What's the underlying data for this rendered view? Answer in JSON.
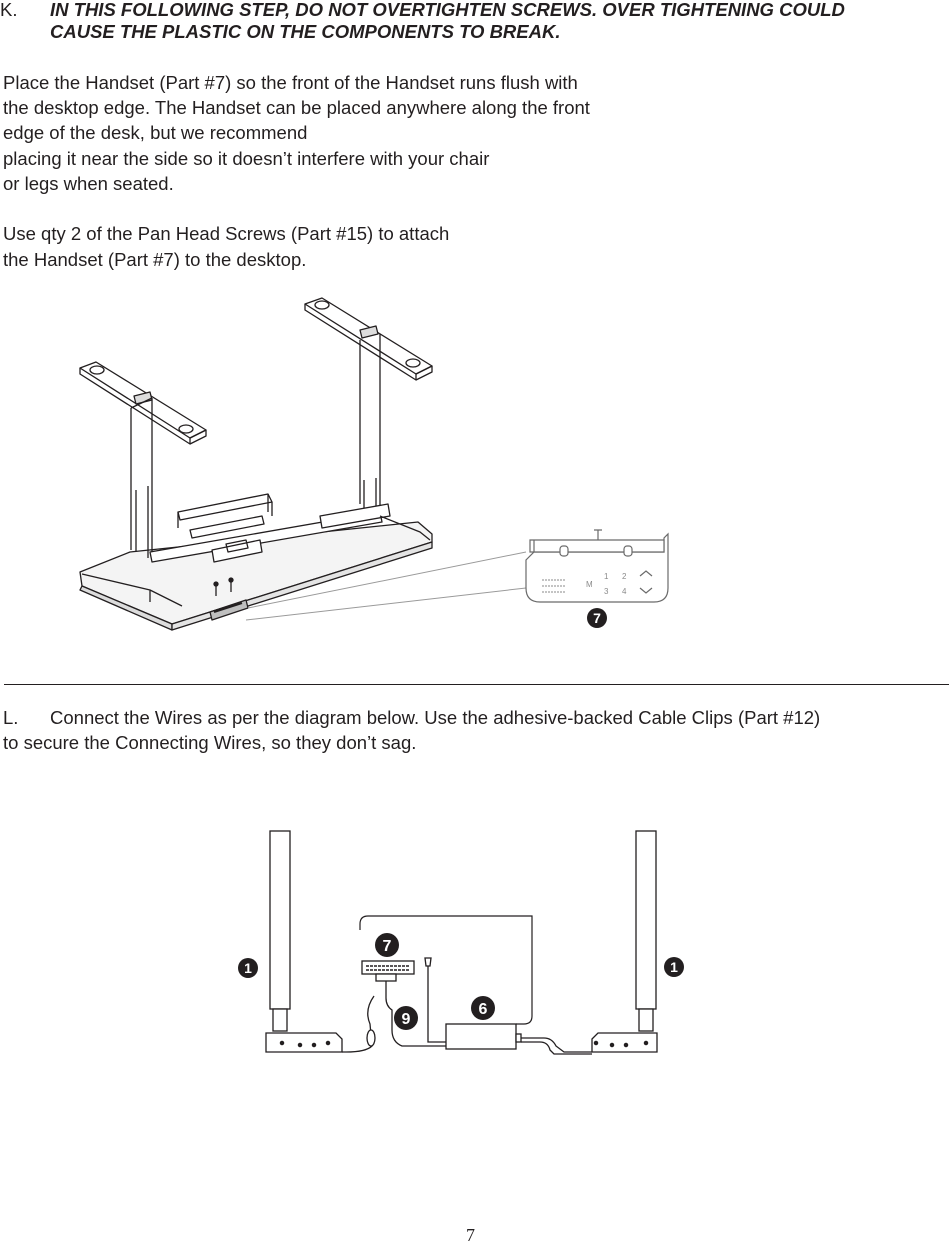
{
  "step_k": {
    "letter": "K.",
    "warning_line1": "IN THIS FOLLOWING STEP, DO NOT OVERTIGHTEN SCREWS. OVER TIGHTENING COULD",
    "warning_line2": "CAUSE THE PLASTIC ON THE COMPONENTS TO BREAK.",
    "para1": [
      "Place the Handset (Part #7) so the front of the Handset runs flush with",
      "the desktop edge. The Handset can be placed anywhere along the front",
      "edge of the desk, but we recommend",
      "placing it near the side so it doesn’t interfere with your chair",
      "or legs when seated."
    ],
    "para2": [
      "Use qty 2 of the  Pan Head Screws (Part #15) to attach",
      "the Handset (Part #7) to the desktop."
    ],
    "handset_labels": {
      "row1": "1",
      "row2": "2",
      "row3": "3",
      "row4": "4",
      "m": "M"
    },
    "callout": "7"
  },
  "step_l": {
    "letter": "L.",
    "line1": "Connect the Wires as per the diagram below. Use the adhesive-backed Cable Clips (Part #12)",
    "line2": "to secure the Connecting Wires, so they don’t sag.",
    "callouts": {
      "left_leg": "1",
      "right_leg": "1",
      "handset": "7",
      "cable": "9",
      "control_box": "6"
    }
  },
  "page_number": "7"
}
